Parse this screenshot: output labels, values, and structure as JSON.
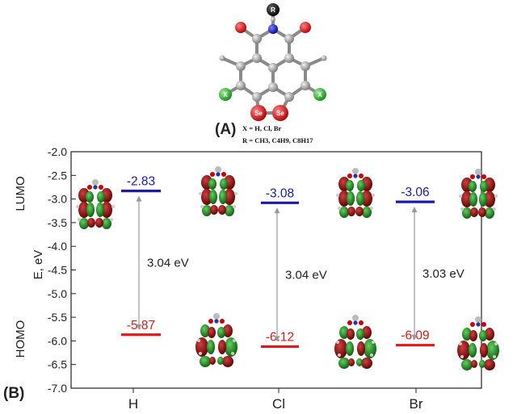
{
  "panel_a_label": "(A)",
  "panel_b_label": "(B)",
  "molecule": {
    "r_label": "R",
    "x_label": "X",
    "se_label": "Se",
    "substituents_x": "X = H, Cl, Br",
    "substituents_r": "R = CH3, C4H9, C8H17"
  },
  "chart_data": {
    "type": "scatter",
    "ylabel": "E, eV",
    "ylim": [
      -7.0,
      -2.0
    ],
    "yticks": [
      "-2.0",
      "-2.5",
      "-3.0",
      "-3.5",
      "-4.0",
      "-4.5",
      "-5.0",
      "-5.5",
      "-6.0",
      "-6.5",
      "-7.0"
    ],
    "categories": [
      "H",
      "Cl",
      "Br"
    ],
    "band_labels": {
      "lumo": "LUMO",
      "homo": "HOMO"
    },
    "series": [
      {
        "name": "LUMO",
        "values": [
          -2.83,
          -3.08,
          -3.06
        ]
      },
      {
        "name": "HOMO",
        "values": [
          -5.87,
          -6.12,
          -6.09
        ]
      }
    ],
    "level_labels": {
      "lumo": [
        "-2.83",
        "-3.08",
        "-3.06"
      ],
      "homo": [
        "-5.87",
        "-6.12",
        "-6.09"
      ]
    },
    "gaps": [
      "3.04 eV",
      "3.04 eV",
      "3.03 eV"
    ],
    "colors": {
      "lumo": "#1a1aaa",
      "homo": "#e01818",
      "arrow": "#999999"
    }
  }
}
